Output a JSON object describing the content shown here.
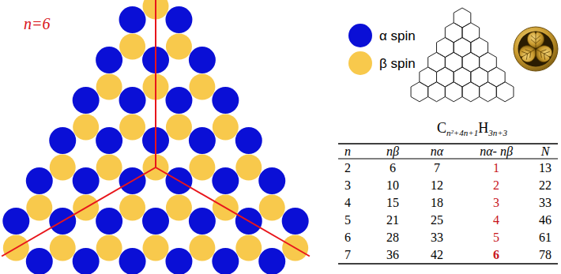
{
  "diagram": {
    "labels": [
      "n=6",
      "C",
      "n²+4n+1",
      "H",
      "3n+3",
      "n",
      "nβ",
      "nα",
      "nα- nβ",
      "N",
      "2",
      "6",
      "7",
      "1",
      "13",
      "3",
      "10",
      "12",
      "2",
      "22",
      "4",
      "15",
      "18",
      "3",
      "33",
      "5",
      "21",
      "25",
      "4",
      "46",
      "6",
      "28",
      "33",
      "5",
      "61",
      "7",
      "36",
      "42",
      "6",
      "78"
    ],
    "legend": [
      {
        "text": "α spin",
        "color": "#0a0fd6"
      },
      {
        "text": "β spin",
        "color": "#f8c94c"
      }
    ]
  }
}
